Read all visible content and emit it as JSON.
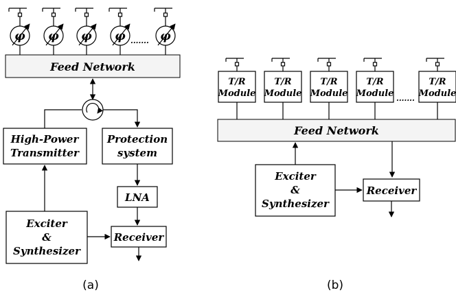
{
  "panel_a": {
    "caption": "(a)",
    "phase_shifter_symbol": "φ",
    "ellipsis": ".......",
    "feed_network": "Feed Network",
    "transmitter": [
      "High-Power",
      "Transmitter"
    ],
    "protection": [
      "Protection",
      "system"
    ],
    "lna": "LNA",
    "exciter": [
      "Exciter",
      "&",
      "Synthesizer"
    ],
    "receiver": "Receiver"
  },
  "panel_b": {
    "caption": "(b)",
    "module": [
      "T/R",
      "Module"
    ],
    "ellipsis": ".......",
    "feed_network": "Feed Network",
    "exciter": [
      "Exciter",
      "&",
      "Synthesizer"
    ],
    "receiver": "Receiver"
  },
  "icons": {
    "antenna": "antenna-icon",
    "phase_shifter": "phase-shifter-icon",
    "circulator": "circulator-icon"
  }
}
